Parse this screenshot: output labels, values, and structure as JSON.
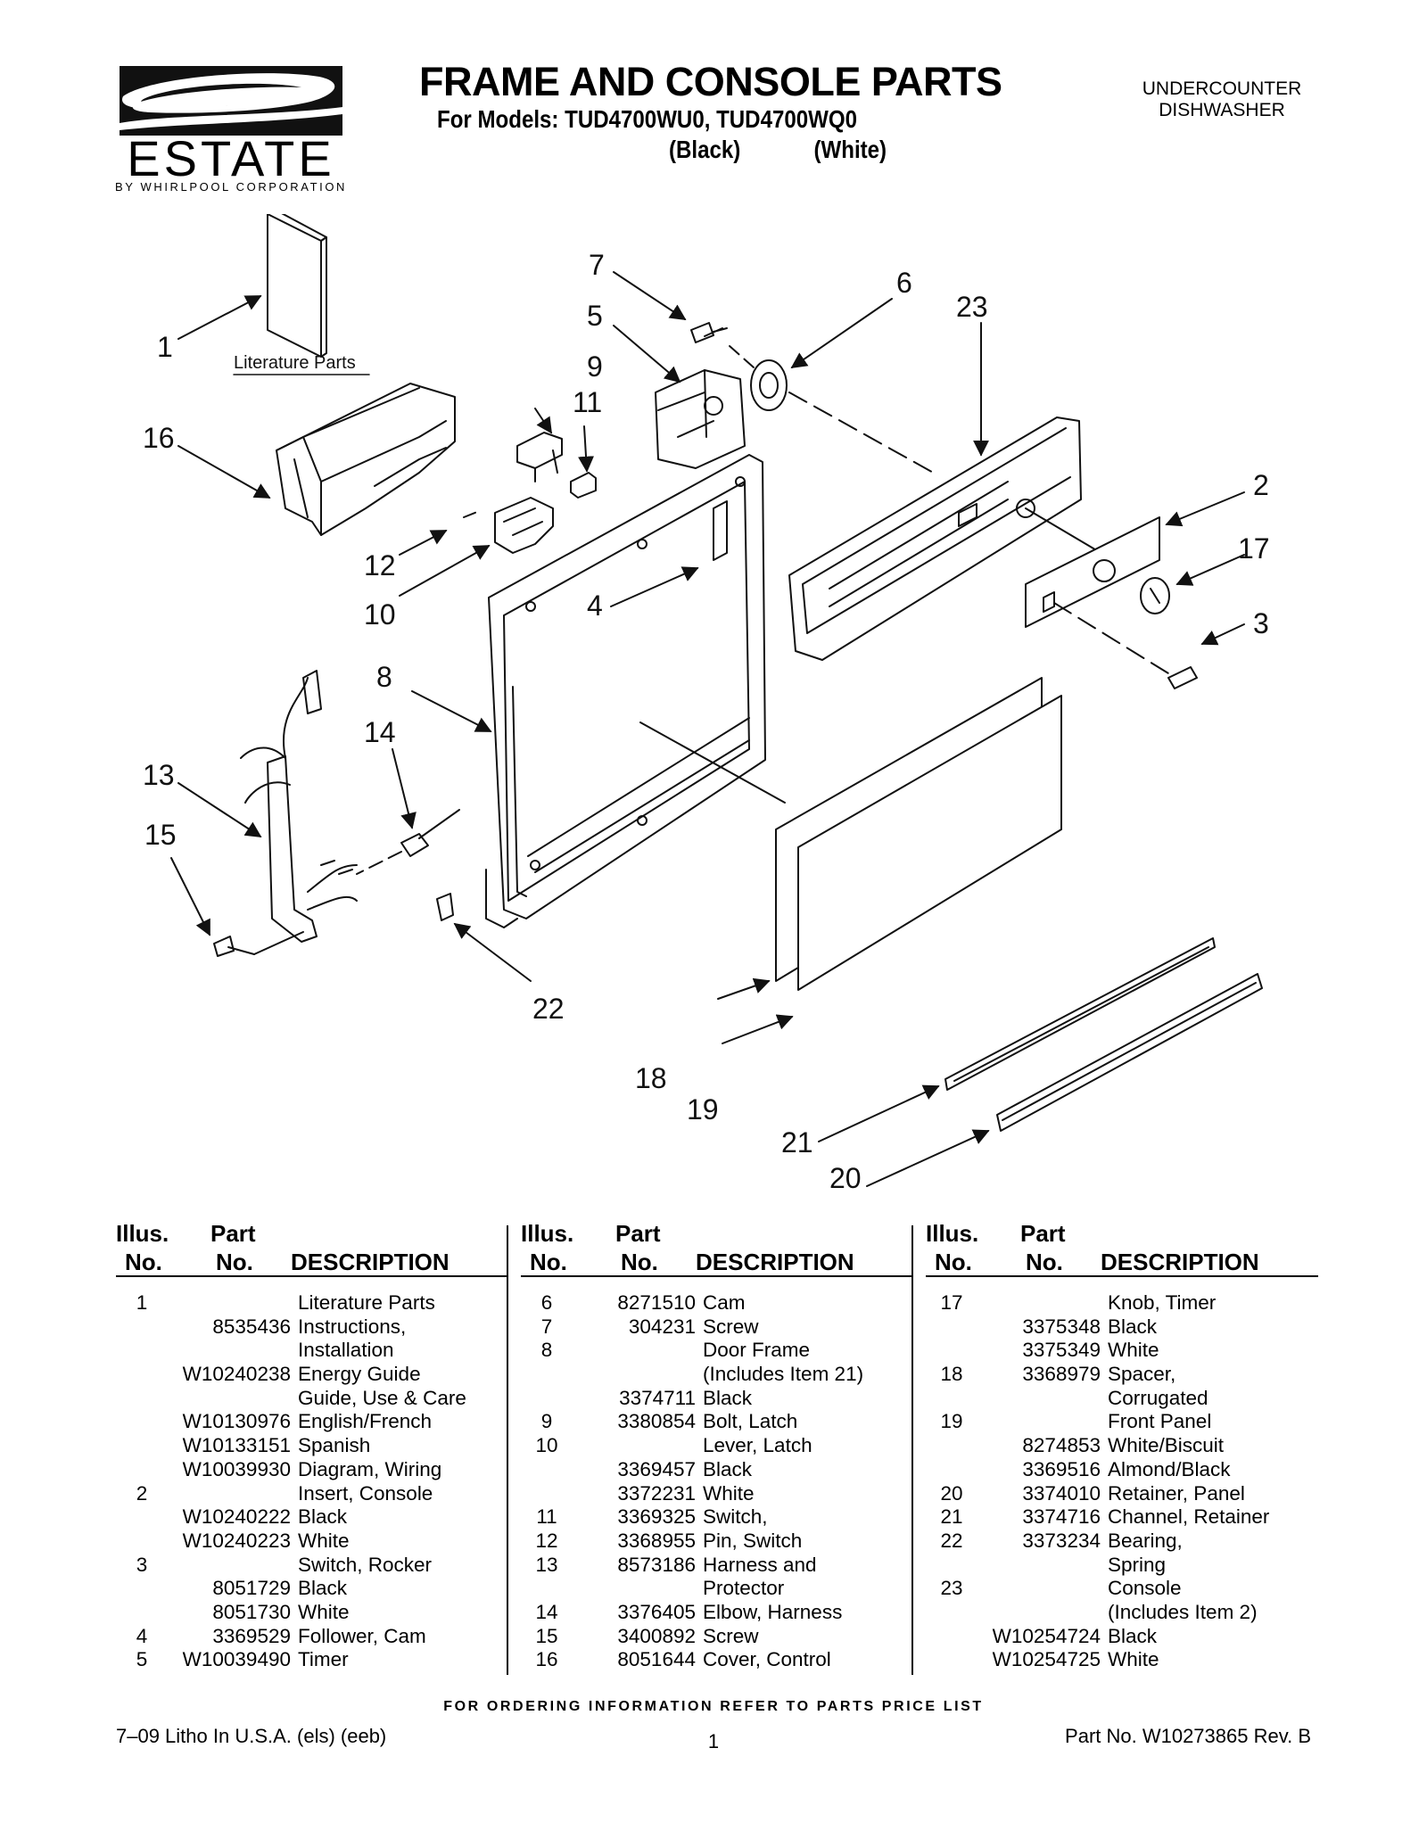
{
  "brand": {
    "name": "ESTATE",
    "sub": "BY WHIRLPOOL CORPORATION"
  },
  "header": {
    "title": "FRAME AND CONSOLE PARTS",
    "models": "For Models: TUD4700WU0, TUD4700WQ0",
    "color1": "(Black)",
    "color2": "(White)",
    "type_line1": "UNDERCOUNTER",
    "type_line2": "DISHWASHER"
  },
  "diagram": {
    "literature_label": "Literature Parts",
    "callouts": {
      "n1": "1",
      "n2": "2",
      "n3": "3",
      "n4": "4",
      "n5": "5",
      "n6": "6",
      "n7": "7",
      "n8": "8",
      "n9": "9",
      "n10": "10",
      "n11": "11",
      "n12": "12",
      "n13": "13",
      "n14": "14",
      "n15": "15",
      "n16": "16",
      "n17": "17",
      "n18": "18",
      "n19": "19",
      "n20": "20",
      "n21": "21",
      "n22": "22",
      "n23": "23"
    }
  },
  "table": {
    "h_illus1": "Illus.",
    "h_illus2": "No.",
    "h_part1": "Part",
    "h_part2": "No.",
    "h_desc": "DESCRIPTION",
    "columns": [
      [
        [
          "1",
          "",
          "Literature Parts"
        ],
        [
          "",
          "8535436",
          "Instructions,"
        ],
        [
          "",
          "",
          "Installation"
        ],
        [
          "",
          "W10240238",
          "Energy Guide"
        ],
        [
          "",
          "",
          "Guide, Use & Care"
        ],
        [
          "",
          "W10130976",
          "English/French"
        ],
        [
          "",
          "W10133151",
          "Spanish"
        ],
        [
          "",
          "W10039930",
          "Diagram, Wiring"
        ],
        [
          "2",
          "",
          "Insert, Console"
        ],
        [
          "",
          "W10240222",
          "Black"
        ],
        [
          "",
          "W10240223",
          "White"
        ],
        [
          "3",
          "",
          "Switch, Rocker"
        ],
        [
          "",
          "8051729",
          "Black"
        ],
        [
          "",
          "8051730",
          "White"
        ],
        [
          "4",
          "3369529",
          "Follower, Cam"
        ],
        [
          "5",
          "W10039490",
          "Timer"
        ]
      ],
      [
        [
          "6",
          "8271510",
          "Cam"
        ],
        [
          "7",
          "304231",
          "Screw"
        ],
        [
          "8",
          "",
          "Door Frame"
        ],
        [
          "",
          "",
          "(Includes Item 21)"
        ],
        [
          "",
          "3374711",
          "Black"
        ],
        [
          "9",
          "3380854",
          "Bolt, Latch"
        ],
        [
          "10",
          "",
          "Lever, Latch"
        ],
        [
          "",
          "3369457",
          "Black"
        ],
        [
          "",
          "3372231",
          "White"
        ],
        [
          "11",
          "3369325",
          "Switch,"
        ],
        [
          "12",
          "3368955",
          "Pin, Switch"
        ],
        [
          "13",
          "8573186",
          "Harness and"
        ],
        [
          "",
          "",
          "Protector"
        ],
        [
          "14",
          "3376405",
          "Elbow, Harness"
        ],
        [
          "15",
          "3400892",
          "Screw"
        ],
        [
          "16",
          "8051644",
          "Cover, Control"
        ]
      ],
      [
        [
          "17",
          "",
          "Knob, Timer"
        ],
        [
          "",
          "3375348",
          "Black"
        ],
        [
          "",
          "3375349",
          "White"
        ],
        [
          "18",
          "3368979",
          "Spacer,"
        ],
        [
          "",
          "",
          "Corrugated"
        ],
        [
          "19",
          "",
          "Front Panel"
        ],
        [
          "",
          "8274853",
          "White/Biscuit"
        ],
        [
          "",
          "3369516",
          "Almond/Black"
        ],
        [
          "20",
          "3374010",
          "Retainer, Panel"
        ],
        [
          "21",
          "3374716",
          "Channel, Retainer"
        ],
        [
          "22",
          "3373234",
          "Bearing,"
        ],
        [
          "",
          "",
          "Spring"
        ],
        [
          "23",
          "",
          "Console"
        ],
        [
          "",
          "",
          "(Includes Item 2)"
        ],
        [
          "",
          "W10254724",
          "Black"
        ],
        [
          "",
          "W10254725",
          "White"
        ]
      ]
    ]
  },
  "footer": {
    "note": "FOR ORDERING INFORMATION REFER TO PARTS PRICE LIST",
    "left": "7–09 Litho In U.S.A. (els) (eeb)",
    "page": "1",
    "right": "Part No. W10273865 Rev. B"
  }
}
